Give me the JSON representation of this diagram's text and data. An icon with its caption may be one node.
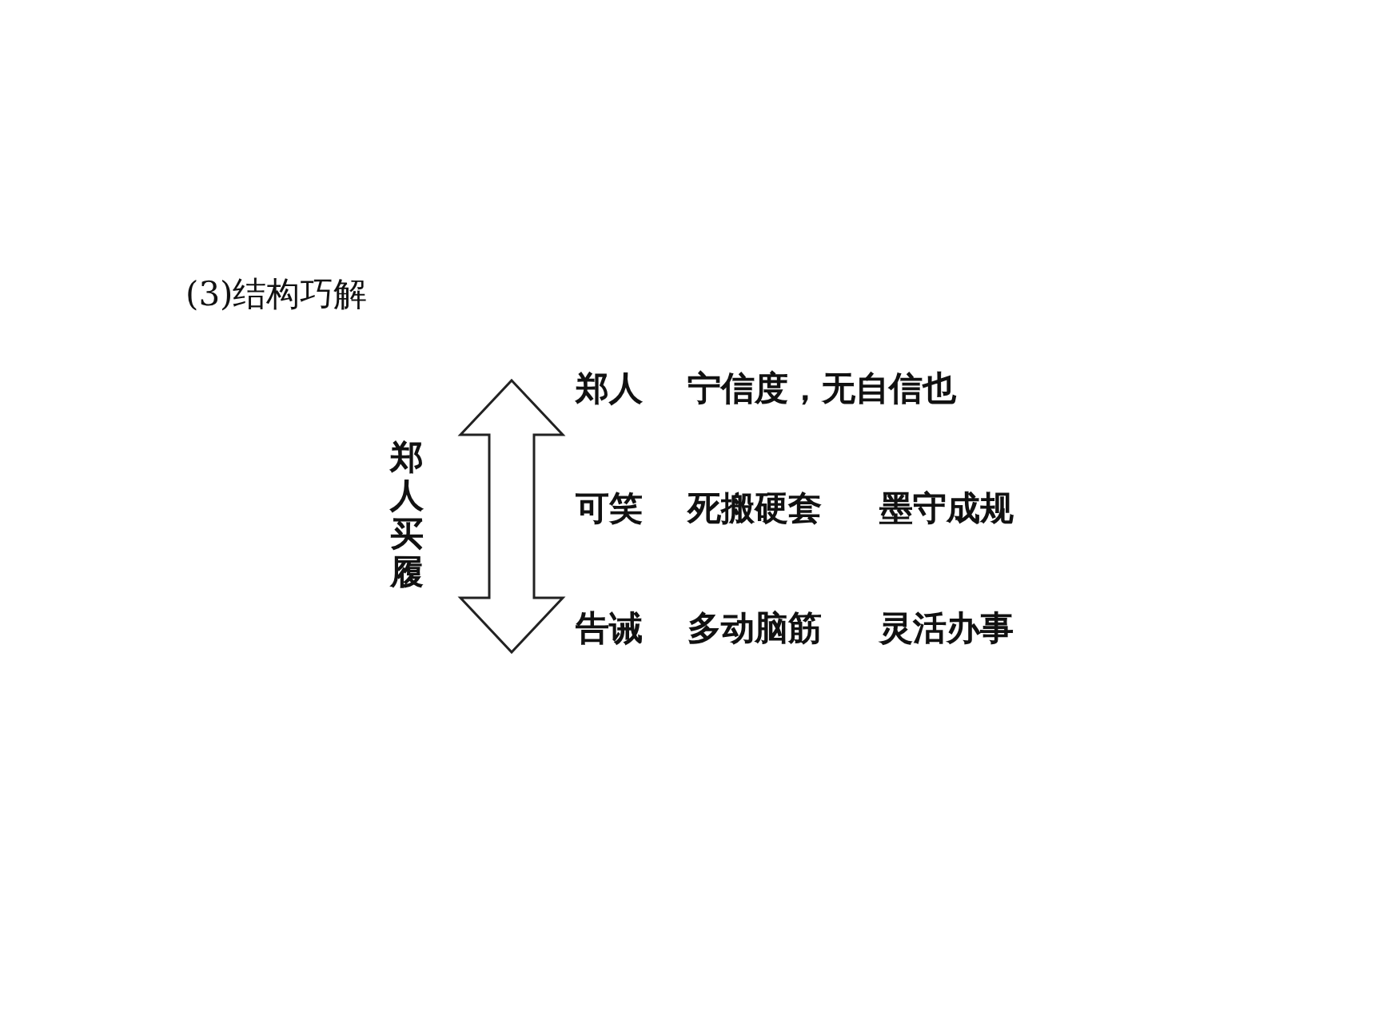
{
  "diagram": {
    "title": "(3)结构巧解",
    "labels": [
      "郑人买履",
      "郑人",
      "宁信度，无自信也",
      "可笑",
      "死搬硬套",
      "墨守成规",
      "告诫",
      "多动脑筋",
      "灵活办事"
    ]
  }
}
